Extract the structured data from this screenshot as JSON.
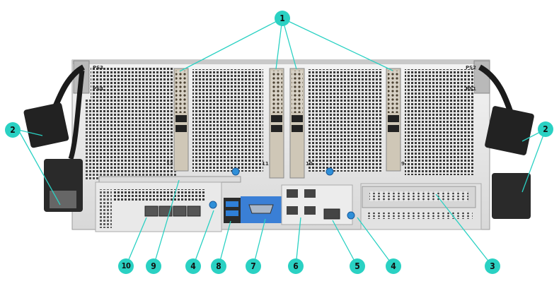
{
  "diagram": {
    "subject": "Server rear panel",
    "accent_color": "#2ad1c3",
    "psu_labels": [
      "PS3",
      "PS4",
      "PS2",
      "PS1"
    ],
    "slot_labels": [
      "12",
      "11",
      "10",
      "9"
    ],
    "callouts": [
      {
        "number": "1",
        "target": "Expansion slot cards (4)"
      },
      {
        "number": "2",
        "target": "Power cord connectors"
      },
      {
        "number": "3",
        "target": "PCIe expansion slot"
      },
      {
        "number": "4",
        "target": "Thumbscrew"
      },
      {
        "number": "5",
        "target": "Management LAN port"
      },
      {
        "number": "6",
        "target": "LAN ports"
      },
      {
        "number": "7",
        "target": "VGA port"
      },
      {
        "number": "8",
        "target": "USB ports"
      },
      {
        "number": "9",
        "target": "Riser bracket"
      },
      {
        "number": "10",
        "target": "OCP network ports"
      }
    ]
  }
}
